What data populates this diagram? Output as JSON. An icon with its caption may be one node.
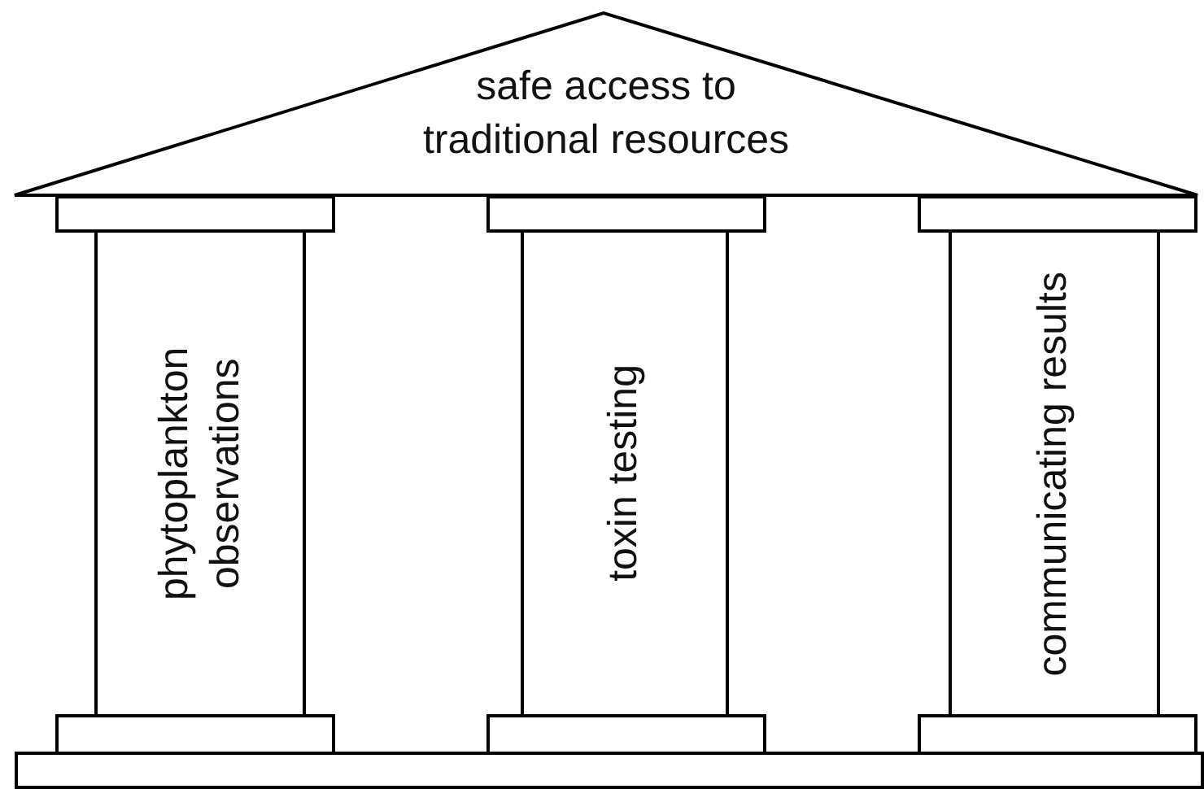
{
  "diagram": {
    "nodes": [
      {
        "text": [
          "safe access to traditional resources"
        ]
      },
      {
        "text": [
          "phytoplankton observations"
        ]
      },
      {
        "text": [
          "toxin testing"
        ]
      },
      {
        "text": [
          "communicating results"
        ]
      }
    ],
    "edges": []
  }
}
